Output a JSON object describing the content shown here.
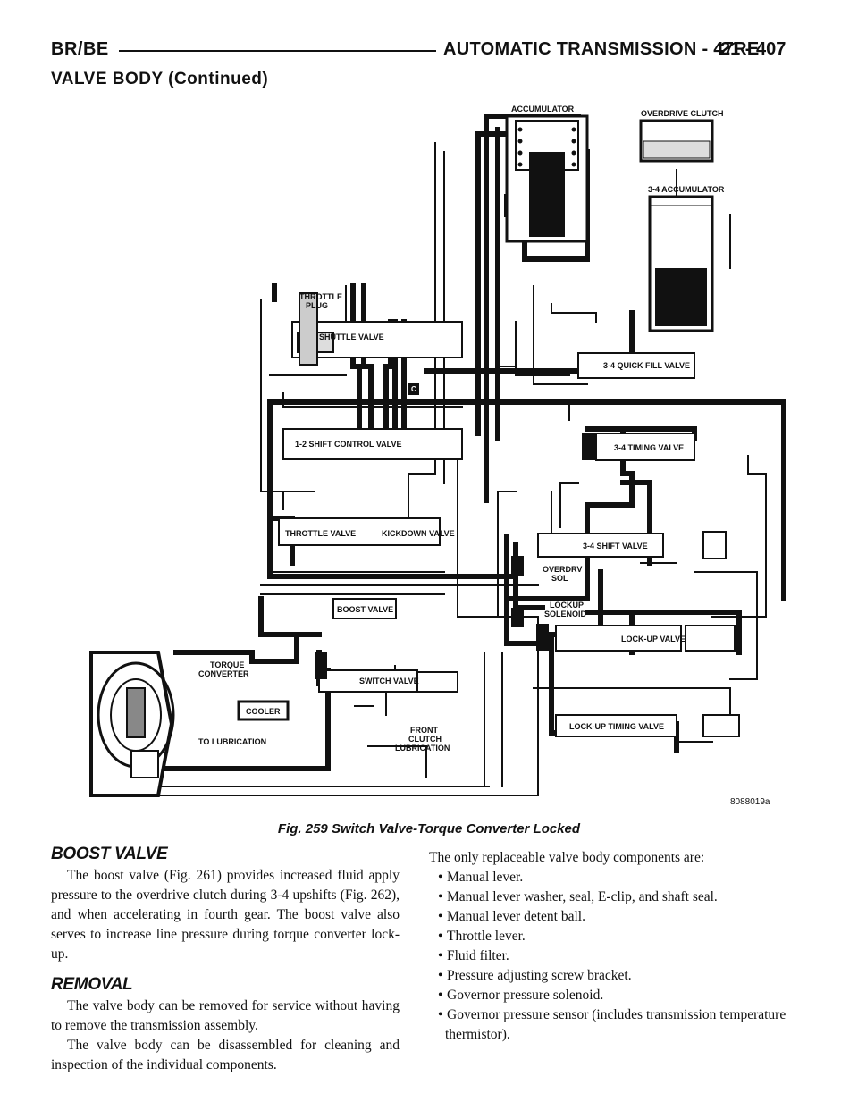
{
  "header": {
    "left": "BR/BE",
    "right": "AUTOMATIC TRANSMISSION - 47RE",
    "page": "21 - 407"
  },
  "section_title": "VALVE BODY (Continued)",
  "figure": {
    "caption": "Fig. 259 Switch Valve-Torque Converter Locked",
    "code": "8088019a",
    "labels": {
      "accumulator": "ACCUMULATOR",
      "overdrive_clutch": "OVERDRIVE CLUTCH",
      "accumulator_34": "3-4 ACCUMULATOR",
      "throttle_plug_1": "THROTTLE",
      "throttle_plug_2": "PLUG",
      "shuttle_valve": "SHUTTLE VALVE",
      "quick_fill": "3-4 QUICK FILL VALVE",
      "shift_control": "1-2 SHIFT CONTROL VALVE",
      "timing_valve": "3-4 TIMING VALVE",
      "throttle_valve": "THROTTLE VALVE",
      "kickdown_valve": "KICKDOWN VALVE",
      "shift_valve_34": "3-4 SHIFT VALVE",
      "overdrv_sol_1": "OVERDRV",
      "overdrv_sol_2": "SOL",
      "lockup_sol_1": "LOCKUP",
      "lockup_sol_2": "SOLENOID",
      "boost_valve": "BOOST VALVE",
      "lockup_valve": "LOCK-UP VALVE",
      "torque_1": "TORQUE",
      "torque_2": "CONVERTER",
      "switch_valve": "SWITCH VALVE",
      "cooler": "COOLER",
      "to_lubrication": "TO LUBRICATION",
      "front_1": "FRONT",
      "front_2": "CLUTCH",
      "front_3": "LUBRICATION",
      "lockup_timing": "LOCK-UP TIMING VALVE",
      "check_ball": "C"
    }
  },
  "left_column": {
    "boost_heading": "BOOST VALVE",
    "boost_text": "The boost valve (Fig. 261) provides increased fluid apply pressure to the overdrive clutch during 3-4 upshifts (Fig. 262), and when accelerating in fourth gear. The boost valve also serves to increase line pressure during torque converter lock-up.",
    "removal_heading": "REMOVAL",
    "removal_p1": "The valve body can be removed for service without having to remove the transmission assembly.",
    "removal_p2": "The valve body can be disassembled for cleaning and inspection of the individual components."
  },
  "right_column": {
    "intro": "The only replaceable valve body components are:",
    "bullet_char": "•",
    "items": [
      "Manual lever.",
      "Manual lever washer, seal, E-clip, and shaft seal.",
      "Manual lever detent ball.",
      "Throttle lever.",
      "Fluid filter.",
      "Pressure adjusting screw bracket.",
      "Governor pressure solenoid.",
      "Governor pressure sensor (includes transmission temperature thermistor)."
    ]
  }
}
